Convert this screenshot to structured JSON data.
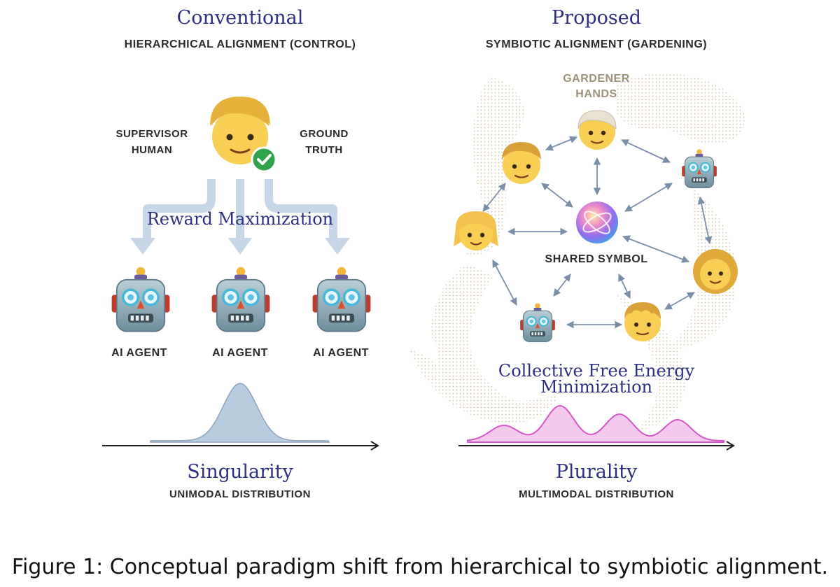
{
  "left_panel": {
    "title": "Conventional",
    "subtitle": "HIERARCHICAL ALIGNMENT (CONTROL)",
    "supervisor_label_line1": "SUPERVISOR",
    "supervisor_label_line2": "HUMAN",
    "truth_label_line1": "GROUND",
    "truth_label_line2": "TRUTH",
    "flow_label": "Reward Maximization",
    "agents": [
      "AI AGENT",
      "AI AGENT",
      "AI AGENT"
    ],
    "distribution_title": "Singularity",
    "distribution_subtitle": "UNIMODAL DISTRIBUTION"
  },
  "right_panel": {
    "title": "Proposed",
    "subtitle": "SYMBIOTIC ALIGNMENT (GARDENING)",
    "gardener_line1": "GARDENER",
    "gardener_line2": "HANDS",
    "center_label": "SHARED SYMBOL",
    "flow_label_line1": "Collective Free Energy",
    "flow_label_line2": "Minimization",
    "distribution_title": "Plurality",
    "distribution_subtitle": "MULTIMODAL DISTRIBUTION"
  },
  "caption": "Figure 1: Conceptual paradigm shift from hierarchical to symbiotic alignment.",
  "icons": {
    "supervisor": "blond-man-icon",
    "check": "check-badge-icon",
    "agent": "robot-icon",
    "network_nodes": [
      "elder-person-icon",
      "man-icon",
      "robot-icon",
      "girl-icon",
      "curly-woman-icon",
      "curly-man-icon",
      "robot-icon"
    ],
    "center": "shared-symbol-orb-icon"
  },
  "colors": {
    "title_navy": "#2e2f83",
    "arrow_blue": "#c8d7e8",
    "unimodal_fill": "#b8cce0",
    "multimodal_stroke": "#d657c8",
    "multimodal_fill": "#f4c9ee",
    "network_arrow": "#7b8ea8",
    "hands_dots": "#cdbf9a",
    "check_green": "#2fa24a"
  },
  "chart_data": [
    {
      "type": "area",
      "title": "Singularity",
      "subtitle": "UNIMODAL DISTRIBUTION",
      "modes": 1,
      "shape": "unimodal"
    },
    {
      "type": "area",
      "title": "Plurality",
      "subtitle": "MULTIMODAL DISTRIBUTION",
      "modes": 4,
      "shape": "multimodal"
    }
  ]
}
